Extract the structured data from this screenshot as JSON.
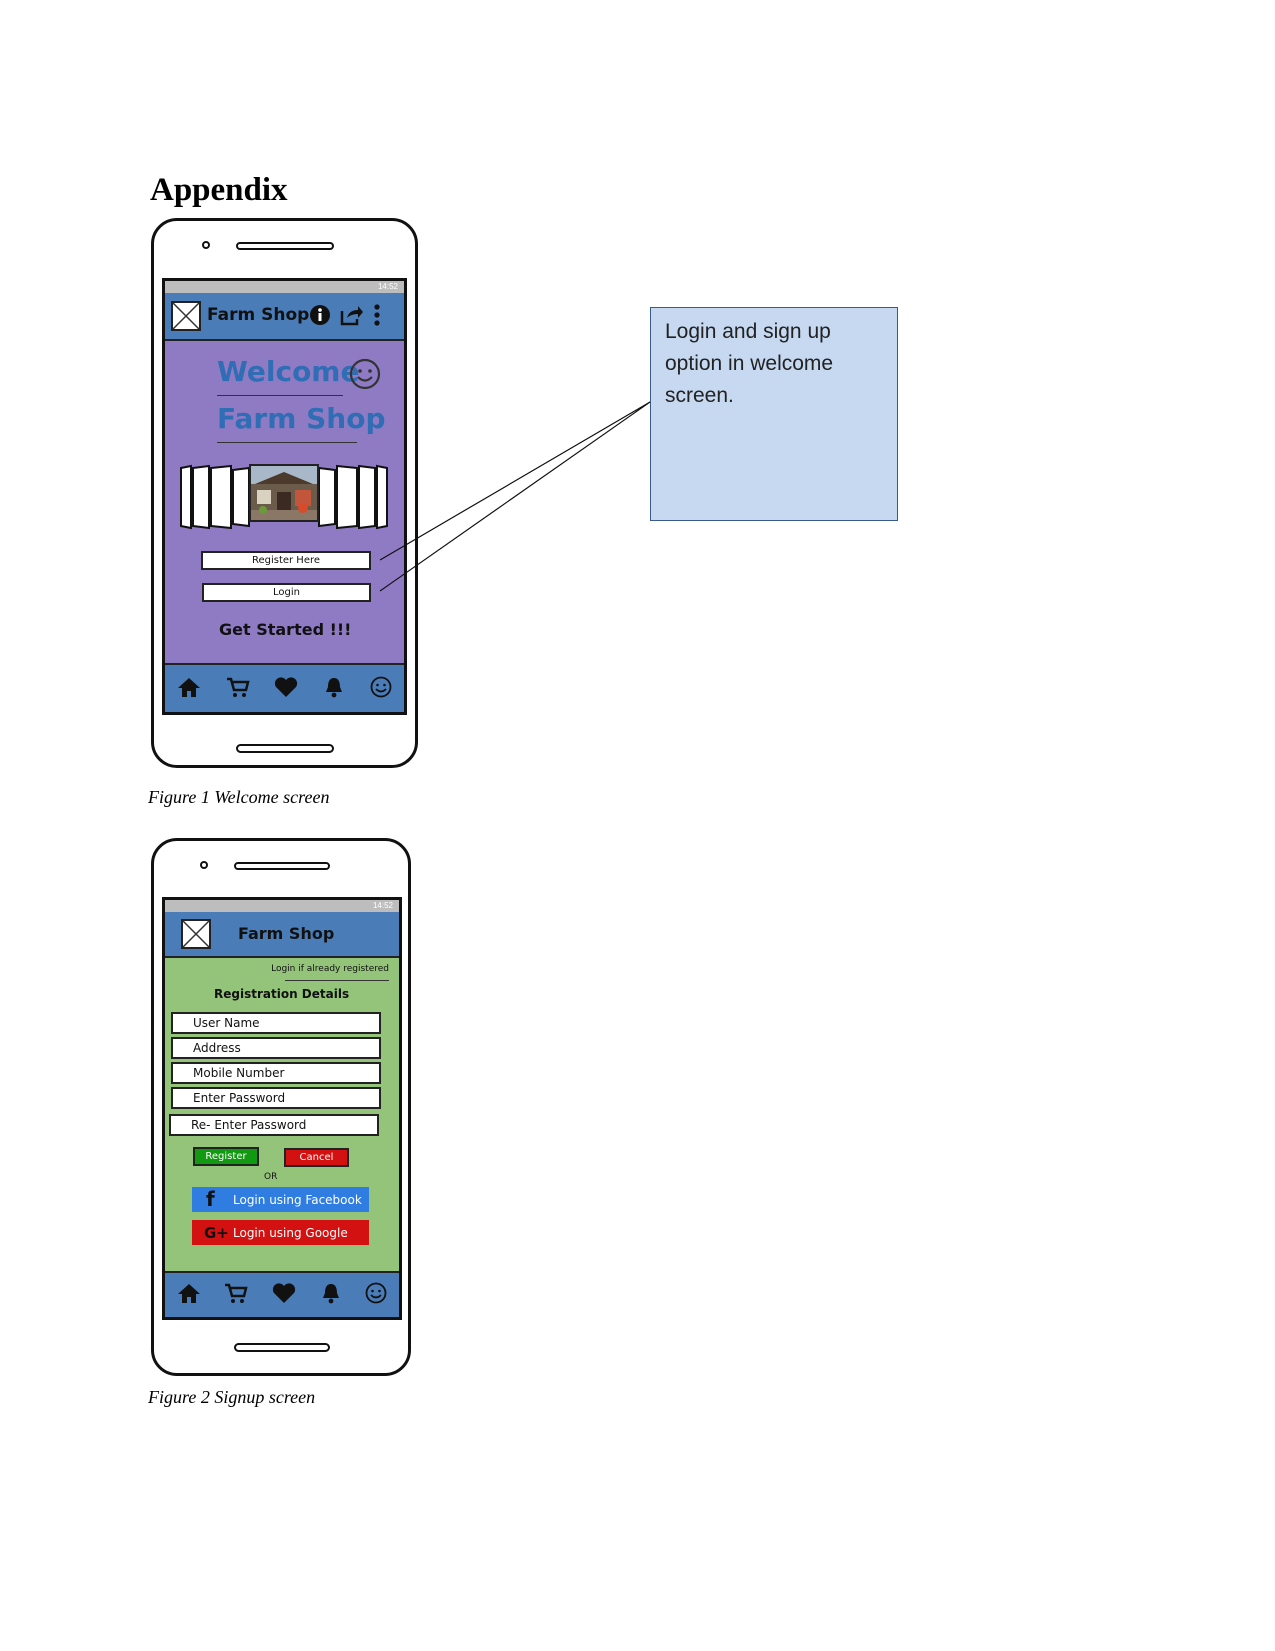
{
  "heading": "Appendix",
  "callout": {
    "text": "Login and sign up option in welcome screen."
  },
  "figure1": {
    "caption": "Figure 1 Welcome screen",
    "status_time": "14:52",
    "appbar_title": "Farm Shop",
    "welcome_line1": "Welcome",
    "welcome_line2": "Farm Shop",
    "register_label": "Register Here",
    "login_label": "Login",
    "get_started": "Get Started !!!",
    "nav_icons": [
      "home-icon",
      "cart-icon",
      "heart-icon",
      "bell-icon",
      "smiley-icon"
    ]
  },
  "figure2": {
    "caption": "Figure 2 Signup screen",
    "status_time": "14:52",
    "appbar_title": "Farm Shop",
    "login_link": "Login if already registered",
    "section_title": "Registration Details",
    "fields": [
      "User Name",
      "Address",
      "Mobile Number",
      "Enter Password",
      "Re- Enter Password"
    ],
    "register_label": "Register",
    "cancel_label": "Cancel",
    "or_label": "OR",
    "facebook_label": "Login using Facebook",
    "google_label": "Login using Google"
  },
  "colors": {
    "welcome_bg": "#8f7bc4",
    "signup_bg": "#94c47a",
    "appbar": "#4a7db8",
    "welcome_text": "#2f6db5",
    "callout_bg": "#c6d9f1",
    "register_green": "#119911",
    "cancel_red": "#d41111",
    "facebook_blue": "#2f7de1",
    "google_red": "#d41111"
  }
}
